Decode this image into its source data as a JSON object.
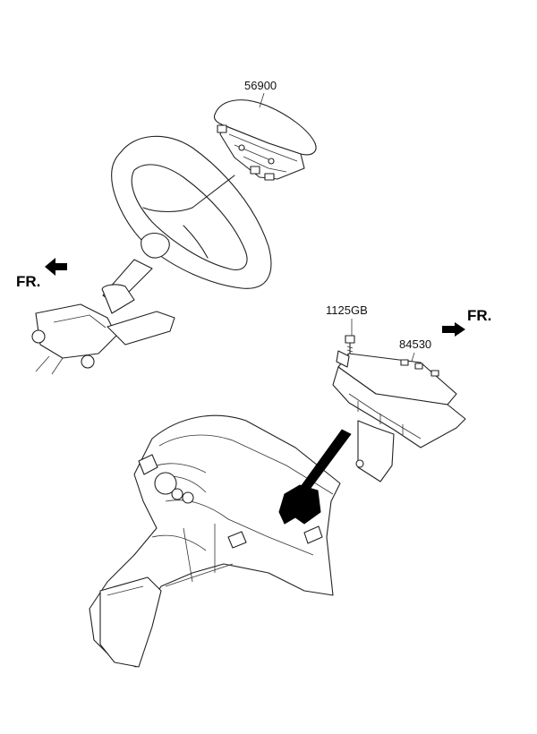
{
  "callouts": {
    "driver_airbag": "56900",
    "bolt": "1125GB",
    "passenger_airbag": "84530"
  },
  "direction": {
    "left": "FR.",
    "right": "FR."
  },
  "colors": {
    "line": "#222222",
    "arrow_fill": "#000000",
    "background": "#ffffff"
  }
}
